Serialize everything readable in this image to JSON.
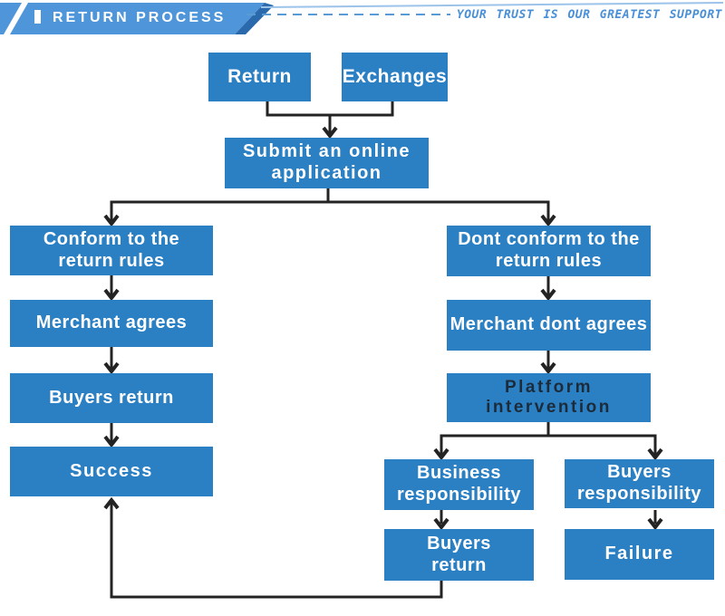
{
  "header": {
    "title": "RETURN PROCESS",
    "tagline": "YOUR TRUST IS OUR GREATEST SUPPORT"
  },
  "nodes": {
    "return": "Return",
    "exchanges": "Exchanges",
    "submit": "Submit an online\napplication",
    "conform": "Conform to the\nreturn rules",
    "dont_conform": "Dont conform to the\nreturn rules",
    "merchant_agrees": "Merchant agrees",
    "merchant_dont_agrees": "Merchant dont agrees",
    "buyers_return_left": "Buyers return",
    "platform_intervention": "Platform\nintervention",
    "success": "Success",
    "business_responsibility": "Business\nresponsibility",
    "buyers_responsibility": "Buyers\nresponsibility",
    "buyers_return_right": "Buyers\nreturn",
    "failure": "Failure"
  },
  "colors": {
    "box_blue": "#2b80c4",
    "banner_blue": "#4e96d9",
    "fold_blue": "#2b69ad",
    "accent_blue": "#4a90d8",
    "dash_blue": "#5b9bd5",
    "thin_line_blue": "#9cc3ea",
    "line_dark": "#232323",
    "platform_text": "#1c2b3a"
  }
}
